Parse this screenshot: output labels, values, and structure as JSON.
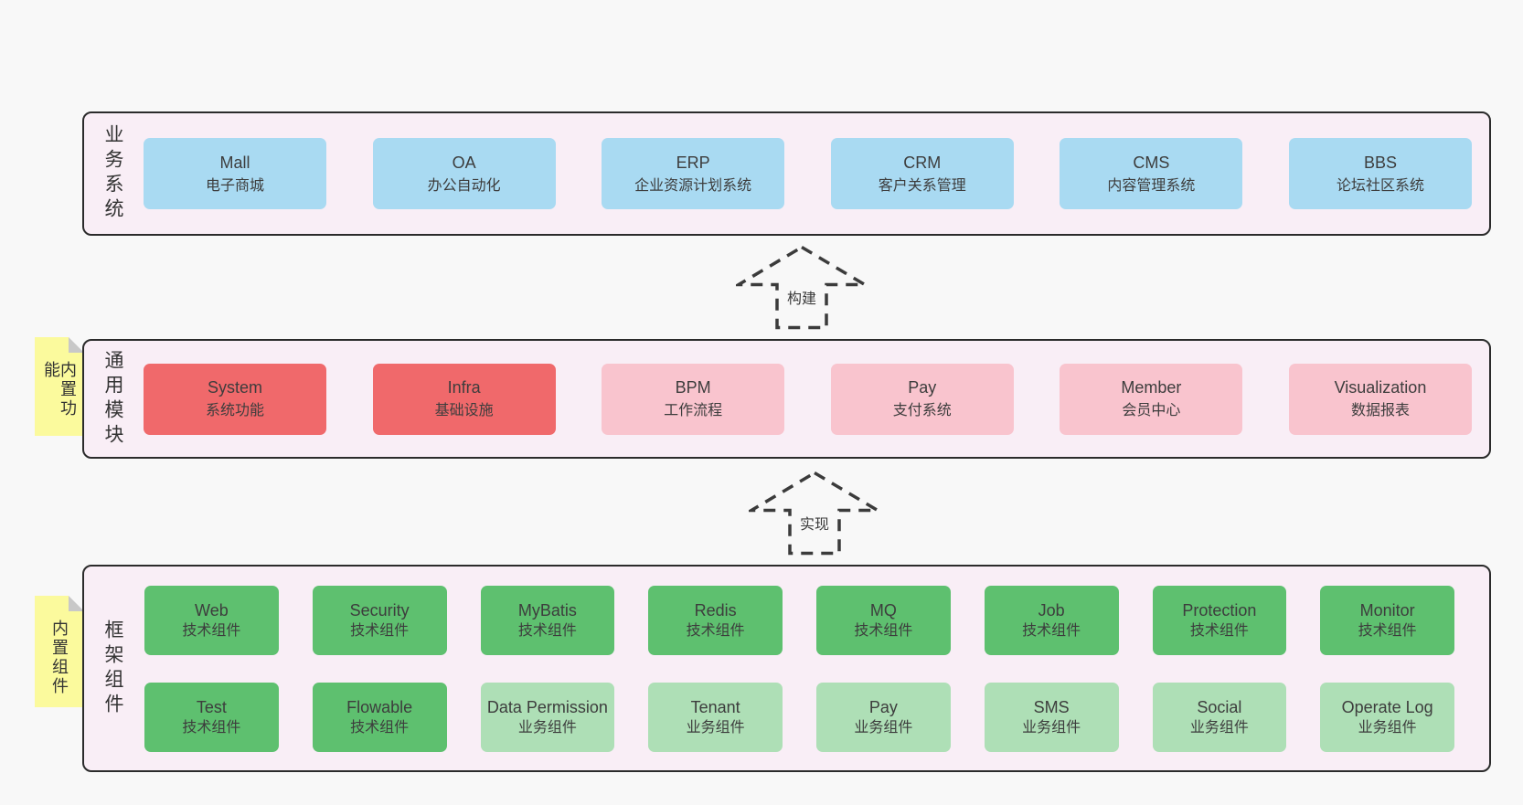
{
  "colors": {
    "page_bg": "#f8f8f8",
    "panel_bg": "#f9eef6",
    "panel_border": "#2b2b2b",
    "blue": "#a9daf2",
    "red": "#f0696b",
    "pink": "#f9c4ce",
    "green": "#5ec06f",
    "green_light": "#aedfb6",
    "note_yellow": "#fbfa9d",
    "note_fold": "#c8c8c8",
    "text": "#3d3d3d",
    "arrow": "#3b3b3b"
  },
  "business": {
    "label": "业务系统",
    "boxes": [
      {
        "name": "Mall",
        "sub": "电子商城"
      },
      {
        "name": "OA",
        "sub": "办公自动化"
      },
      {
        "name": "ERP",
        "sub": "企业资源计划系统"
      },
      {
        "name": "CRM",
        "sub": "客户关系管理"
      },
      {
        "name": "CMS",
        "sub": "内容管理系统"
      },
      {
        "name": "BBS",
        "sub": "论坛社区系统"
      }
    ]
  },
  "arrows": [
    {
      "label": "构建"
    },
    {
      "label": "实现"
    }
  ],
  "modules": {
    "note": "内置功能",
    "label": "通用模块",
    "boxes": [
      {
        "name": "System",
        "sub": "系统功能"
      },
      {
        "name": "Infra",
        "sub": "基础设施"
      },
      {
        "name": "BPM",
        "sub": "工作流程"
      },
      {
        "name": "Pay",
        "sub": "支付系统"
      },
      {
        "name": "Member",
        "sub": "会员中心"
      },
      {
        "name": "Visualization",
        "sub": "数据报表"
      }
    ]
  },
  "components": {
    "note": "内置组件",
    "label": "框架组件",
    "row1": [
      {
        "name": "Web",
        "sub": "技术组件"
      },
      {
        "name": "Security",
        "sub": "技术组件"
      },
      {
        "name": "MyBatis",
        "sub": "技术组件"
      },
      {
        "name": "Redis",
        "sub": "技术组件"
      },
      {
        "name": "MQ",
        "sub": "技术组件"
      },
      {
        "name": "Job",
        "sub": "技术组件"
      },
      {
        "name": "Protection",
        "sub": "技术组件"
      },
      {
        "name": "Monitor",
        "sub": "技术组件"
      }
    ],
    "row2": [
      {
        "name": "Test",
        "sub": "技术组件"
      },
      {
        "name": "Flowable",
        "sub": "技术组件"
      },
      {
        "name": "Data Permission",
        "sub": "业务组件"
      },
      {
        "name": "Tenant",
        "sub": "业务组件"
      },
      {
        "name": "Pay",
        "sub": "业务组件"
      },
      {
        "name": "SMS",
        "sub": "业务组件"
      },
      {
        "name": "Social",
        "sub": "业务组件"
      },
      {
        "name": "Operate Log",
        "sub": "业务组件"
      }
    ]
  }
}
